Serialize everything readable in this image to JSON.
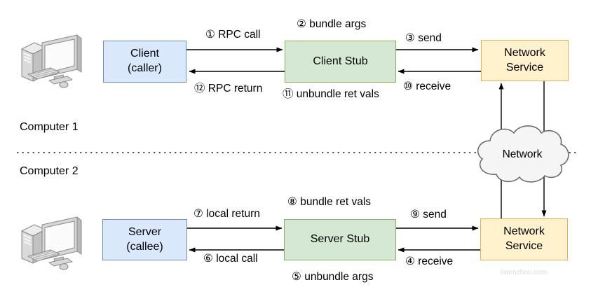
{
  "regions": {
    "computer1": {
      "label": "Computer 1"
    },
    "computer2": {
      "label": "Computer 2"
    }
  },
  "nodes": {
    "client": {
      "label": "Client\n(caller)"
    },
    "client_stub": {
      "label": "Client Stub"
    },
    "network_service_top": {
      "label": "Network\nService"
    },
    "server": {
      "label": "Server\n(callee)"
    },
    "server_stub": {
      "label": "Server Stub"
    },
    "network_service_bottom": {
      "label": "Network\nService"
    },
    "network_cloud": {
      "label": "Network"
    }
  },
  "steps": {
    "s1": "① RPC call",
    "s2": "② bundle args",
    "s3": "③ send",
    "s4": "④ receive",
    "s5": "⑤ unbundle args",
    "s6": "⑥ local call",
    "s7": "⑦ local return",
    "s8": "⑧ bundle ret vals",
    "s9": "⑨ send",
    "s10": "⑩ receive",
    "s11": "⑪ unbundle ret vals",
    "s12": "⑫ RPC return"
  },
  "watermark": "liwenzhou.com",
  "colors": {
    "box_blue_fill": "#dae8fc",
    "box_blue_stroke": "#6c8ebf",
    "box_green_fill": "#d5e8d4",
    "box_green_stroke": "#82b366",
    "box_yellow_fill": "#fff2cc",
    "box_yellow_stroke": "#d6b656",
    "cloud_fill": "#f5f5f5",
    "cloud_stroke": "#666666",
    "connector": "#000000"
  }
}
